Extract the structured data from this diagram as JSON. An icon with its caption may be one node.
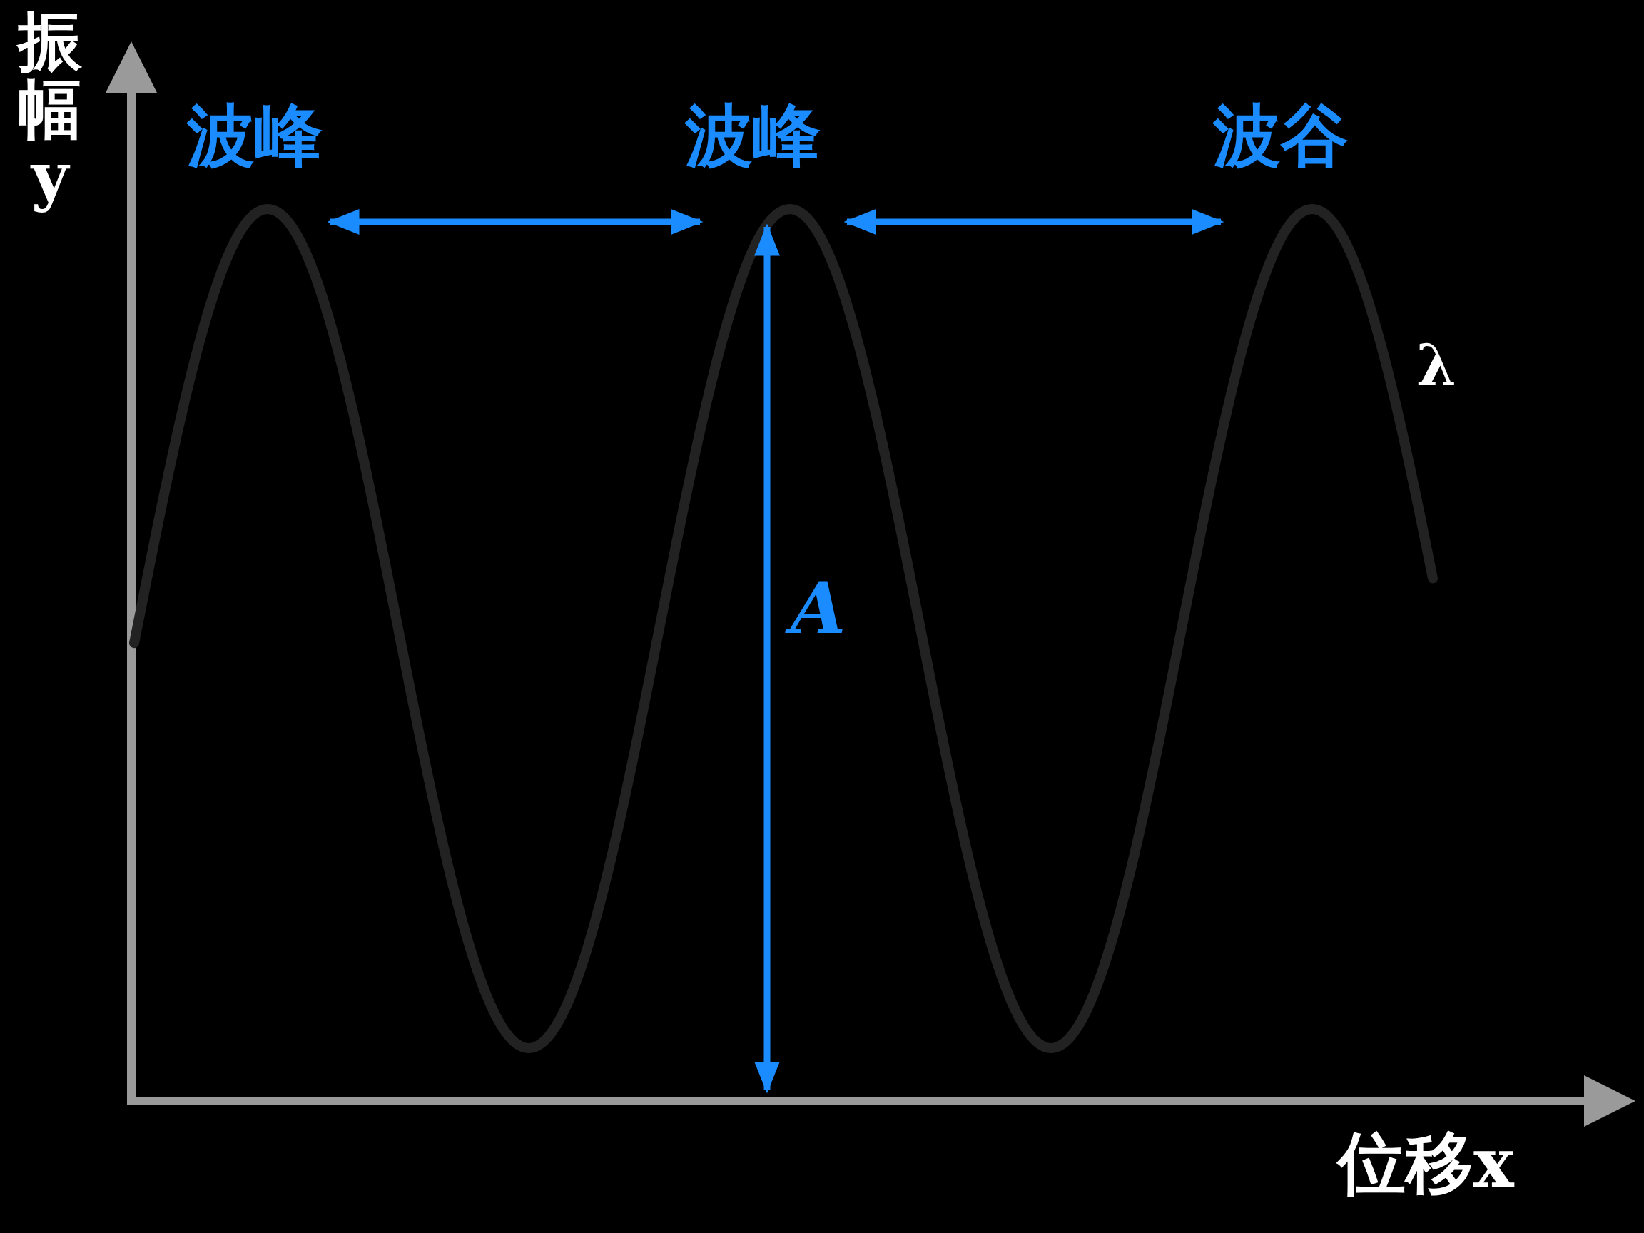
{
  "diagram": {
    "labels": [
      "振幅y",
      "波峰",
      "波峰",
      "波谷",
      "λ",
      "A",
      "位移x"
    ]
  }
}
